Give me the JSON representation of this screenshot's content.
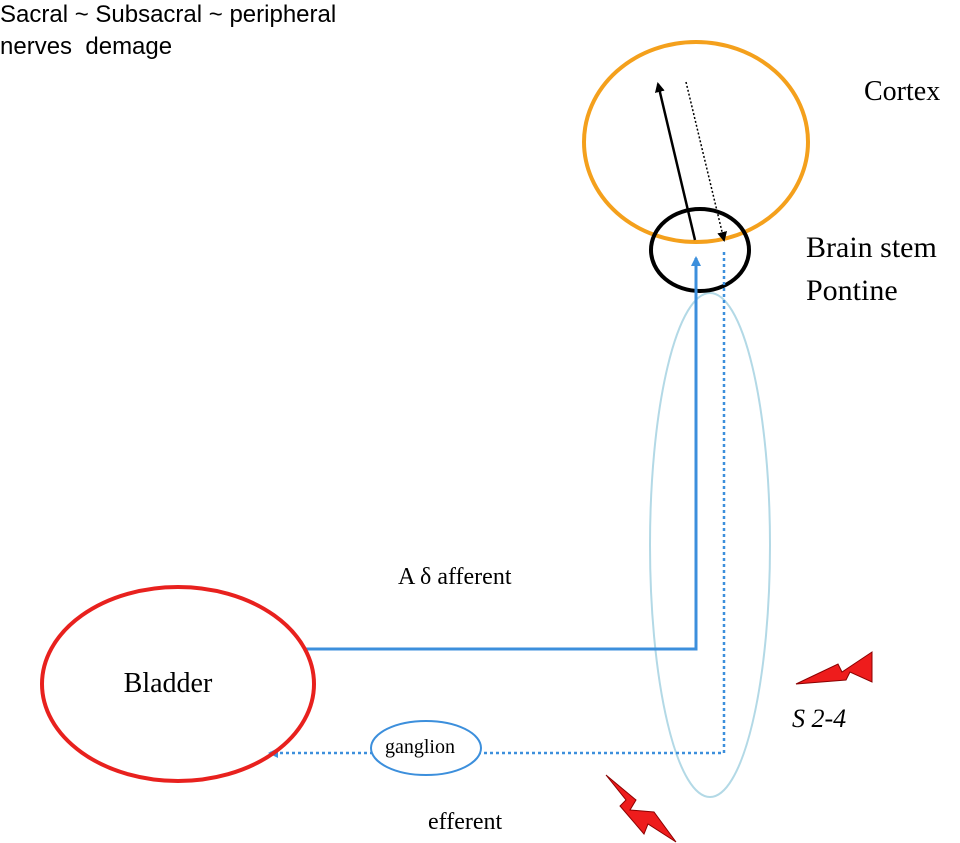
{
  "title": {
    "line1": "Sacral ~ Subsacral ~ peripheral",
    "line2": "nerves  demage"
  },
  "labels": {
    "cortex": "Cortex",
    "brain_stem": "Brain stem",
    "pontine": "Pontine",
    "a_delta_afferent": "A δ afferent",
    "bladder": "Bladder",
    "ganglion": "ganglion",
    "efferent": "efferent",
    "s2_4": "S 2-4"
  },
  "colors": {
    "cortex_ellipse": "#F4A01C",
    "brain_stem_ellipse": "#000000",
    "spinal_cord_ellipse": "#B3D9E6",
    "bladder_ellipse": "#E8211E",
    "pathway_line": "#3C8FDC",
    "ganglion_ellipse": "#3C8FDC",
    "lesion_bolt": "#EE1C1C",
    "cortical_arrow": "#000000",
    "text": "#000000"
  },
  "icons": {
    "lesion_markers": [
      "lightning-bolt",
      "lightning-bolt"
    ]
  }
}
